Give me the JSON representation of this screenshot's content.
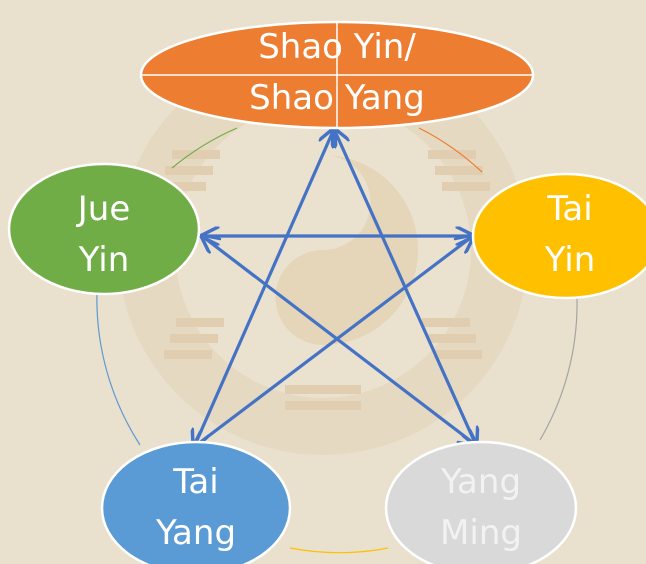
{
  "colors": {
    "background": "#e9e0cd",
    "watermark": "#e2ccab",
    "arrow": "#4472c4",
    "shao": "#ed7d31",
    "jue": "#70ad47",
    "tai_yin": "#ffc000",
    "tai_yang": "#5b9bd5",
    "yang_ming": "#d9d9d9",
    "label_text": "#ffffff",
    "label_text_grey": "#f2f2f2"
  },
  "nodes": {
    "shao": {
      "line1": "Shao Yin/",
      "line2": "Shao Yang"
    },
    "jue": {
      "line1": "Jue",
      "line2": "Yin"
    },
    "tai_yin": {
      "line1": "Tai",
      "line2": "Yin"
    },
    "tai_yang": {
      "line1": "Tai",
      "line2": "Yang"
    },
    "yang_ming": {
      "line1": "Yang",
      "line2": "Ming"
    }
  }
}
